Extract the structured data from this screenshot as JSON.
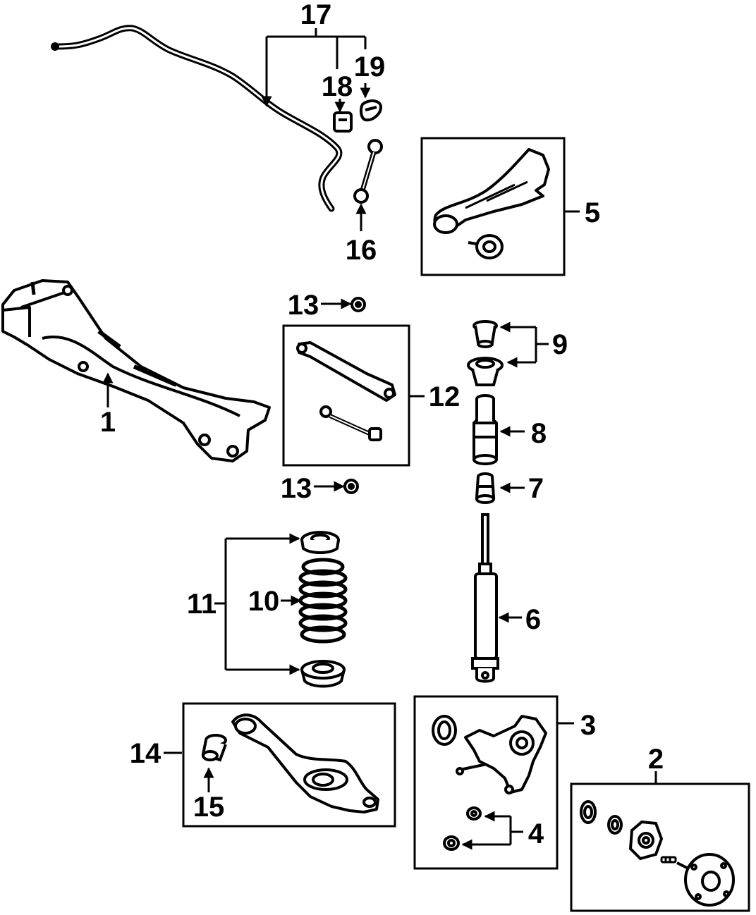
{
  "callouts": {
    "c1": "1",
    "c2": "2",
    "c3": "3",
    "c4": "4",
    "c5": "5",
    "c6": "6",
    "c7": "7",
    "c8": "8",
    "c9": "9",
    "c10": "10",
    "c11": "11",
    "c12": "12",
    "c13a": "13",
    "c13b": "13",
    "c14": "14",
    "c15": "15",
    "c16": "16",
    "c17": "17",
    "c18": "18",
    "c19": "19"
  },
  "colors": {
    "ink": "#000000",
    "paper": "#ffffff"
  }
}
